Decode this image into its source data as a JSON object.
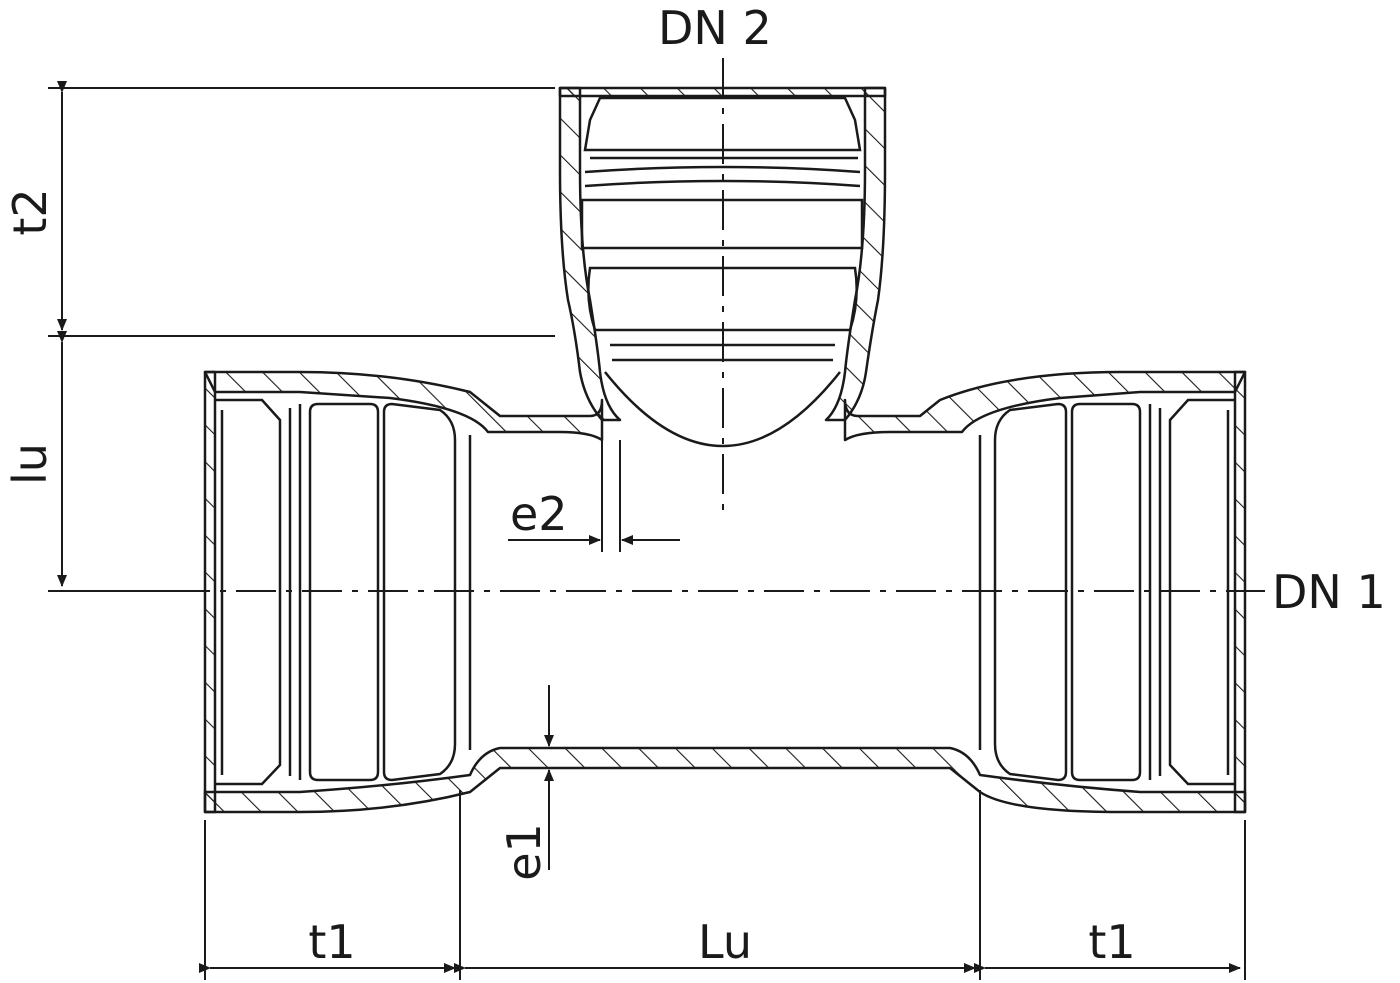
{
  "labels": {
    "dn2": "DN 2",
    "dn1": "DN 1",
    "t2": "t2",
    "lu_small": "lu",
    "e2": "e2",
    "e1": "e1",
    "t1_left": "t1",
    "lu_big": "Lu",
    "t1_right": "t1"
  },
  "colors": {
    "line": "#1a1a1a",
    "background": "#ffffff"
  }
}
